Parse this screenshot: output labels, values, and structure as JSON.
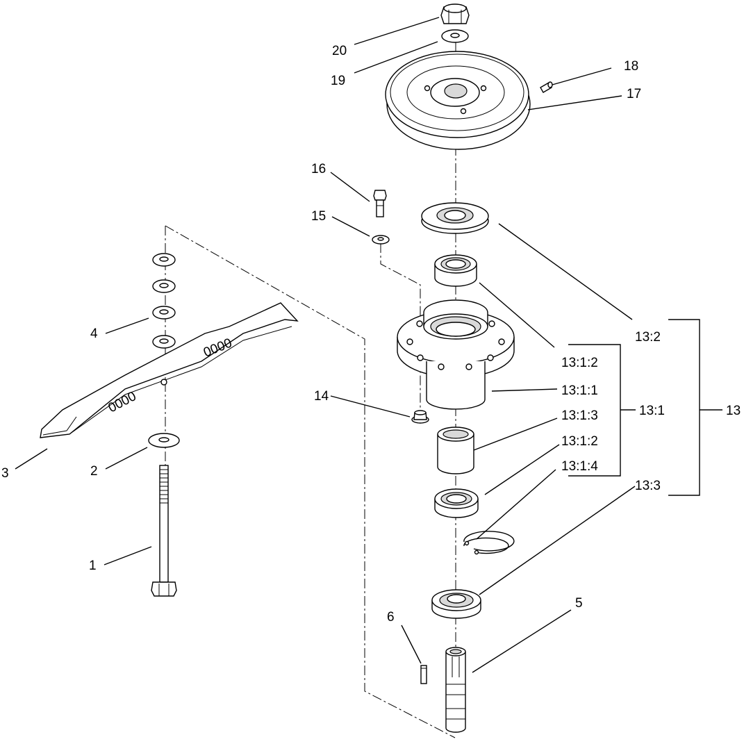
{
  "callouts": {
    "c1": "1",
    "c2": "2",
    "c3": "3",
    "c4": "4",
    "c5": "5",
    "c6": "6",
    "c13": "13",
    "c13_1": "13:1",
    "c13_1_1": "13:1:1",
    "c13_1_2_upper": "13:1:2",
    "c13_1_2_lower": "13:1:2",
    "c13_1_3": "13:1:3",
    "c13_1_4": "13:1:4",
    "c13_2": "13:2",
    "c13_3": "13:3",
    "c14": "14",
    "c15": "15",
    "c16": "16",
    "c17": "17",
    "c18": "18",
    "c19": "19",
    "c20": "20"
  },
  "blade_text": "0000"
}
